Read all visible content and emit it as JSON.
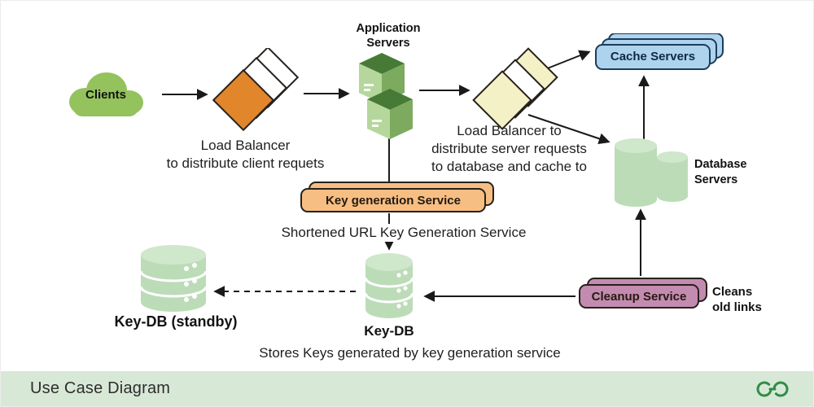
{
  "nodes": {
    "clients": {
      "label": "Clients"
    },
    "lb_client": {
      "caption": "Load Balancer\nto distribute client requets"
    },
    "app_servers": {
      "label": "Application\nServers"
    },
    "lb_server": {
      "caption": "Load  Balancer to\ndistribute server requests\nto database and cache to"
    },
    "cache_servers": {
      "label": "Cache Servers"
    },
    "database_servers": {
      "label": "Database\nServers"
    },
    "key_gen": {
      "label": "Key generation Service",
      "caption": "Shortened URL Key Generation Service"
    },
    "key_db": {
      "label": "Key-DB",
      "caption": "Stores Keys generated by key generation service"
    },
    "key_db_standby": {
      "label": "Key-DB (standby)"
    },
    "cleanup": {
      "label": "Cleanup Service",
      "caption": "Cleans\nold links"
    }
  },
  "footer": {
    "title": "Use Case Diagram"
  },
  "colors": {
    "cloud_green": "#94c25c",
    "lb_client_orange": "#e2862c",
    "lb_server_yellow": "#f5f1c6",
    "server_top_green": "#477a36",
    "server_front_green": "#b5d79c",
    "server_side_green": "#7cab5f",
    "cache_blue": "#aed3ec",
    "db_green": "#bcdcb8",
    "key_gen_orange": "#f7be83",
    "cleanup_pink": "#c48bb0",
    "footer_green": "#d8e8d6",
    "brand_green": "#2f8d46",
    "arrow_black": "#1a1a1a"
  }
}
